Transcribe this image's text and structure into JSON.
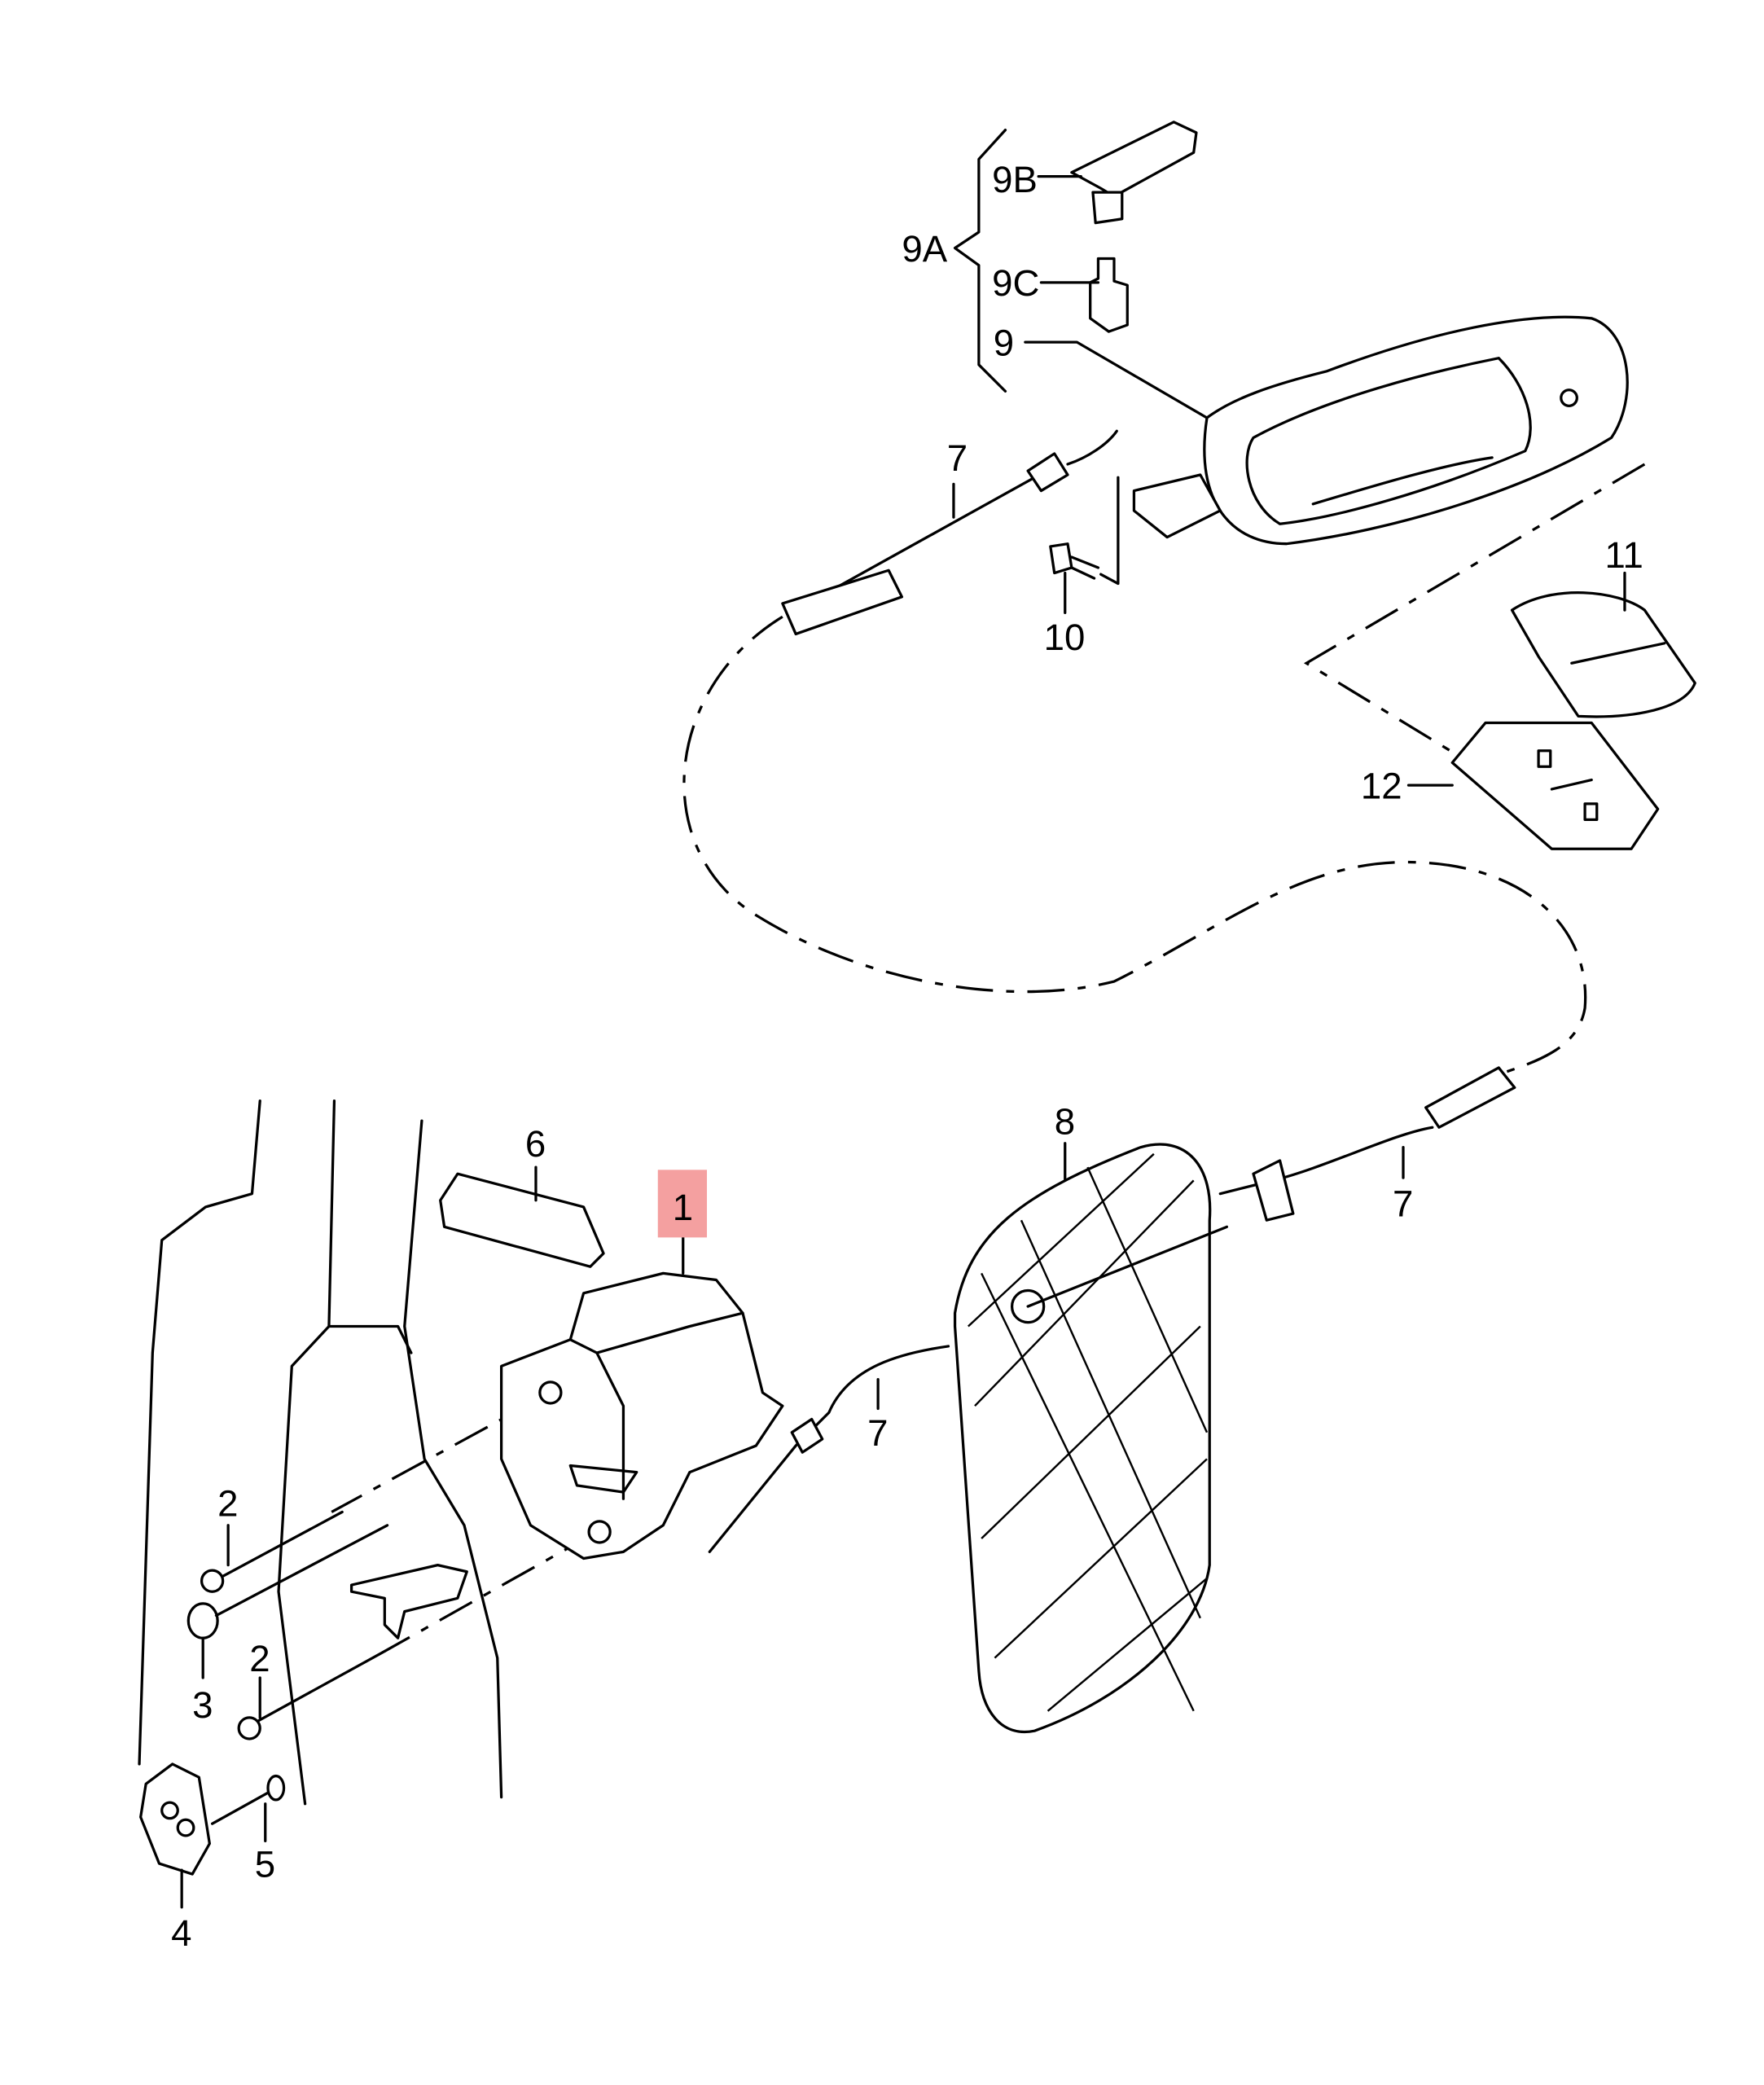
{
  "diagram": {
    "highlight_color": "#f4a0a0",
    "highlighted_part": "1",
    "labels": {
      "p9b": "9B",
      "p9a": "9A",
      "p9c": "9C",
      "p9": "9",
      "p7_top": "7",
      "p10": "10",
      "p11": "11",
      "p12": "12",
      "p6": "6",
      "p8": "8",
      "p1": "1",
      "p7_right": "7",
      "p7_mid": "7",
      "p2_top": "2",
      "p3": "3",
      "p2_bottom": "2",
      "p5": "5",
      "p4": "4"
    }
  }
}
